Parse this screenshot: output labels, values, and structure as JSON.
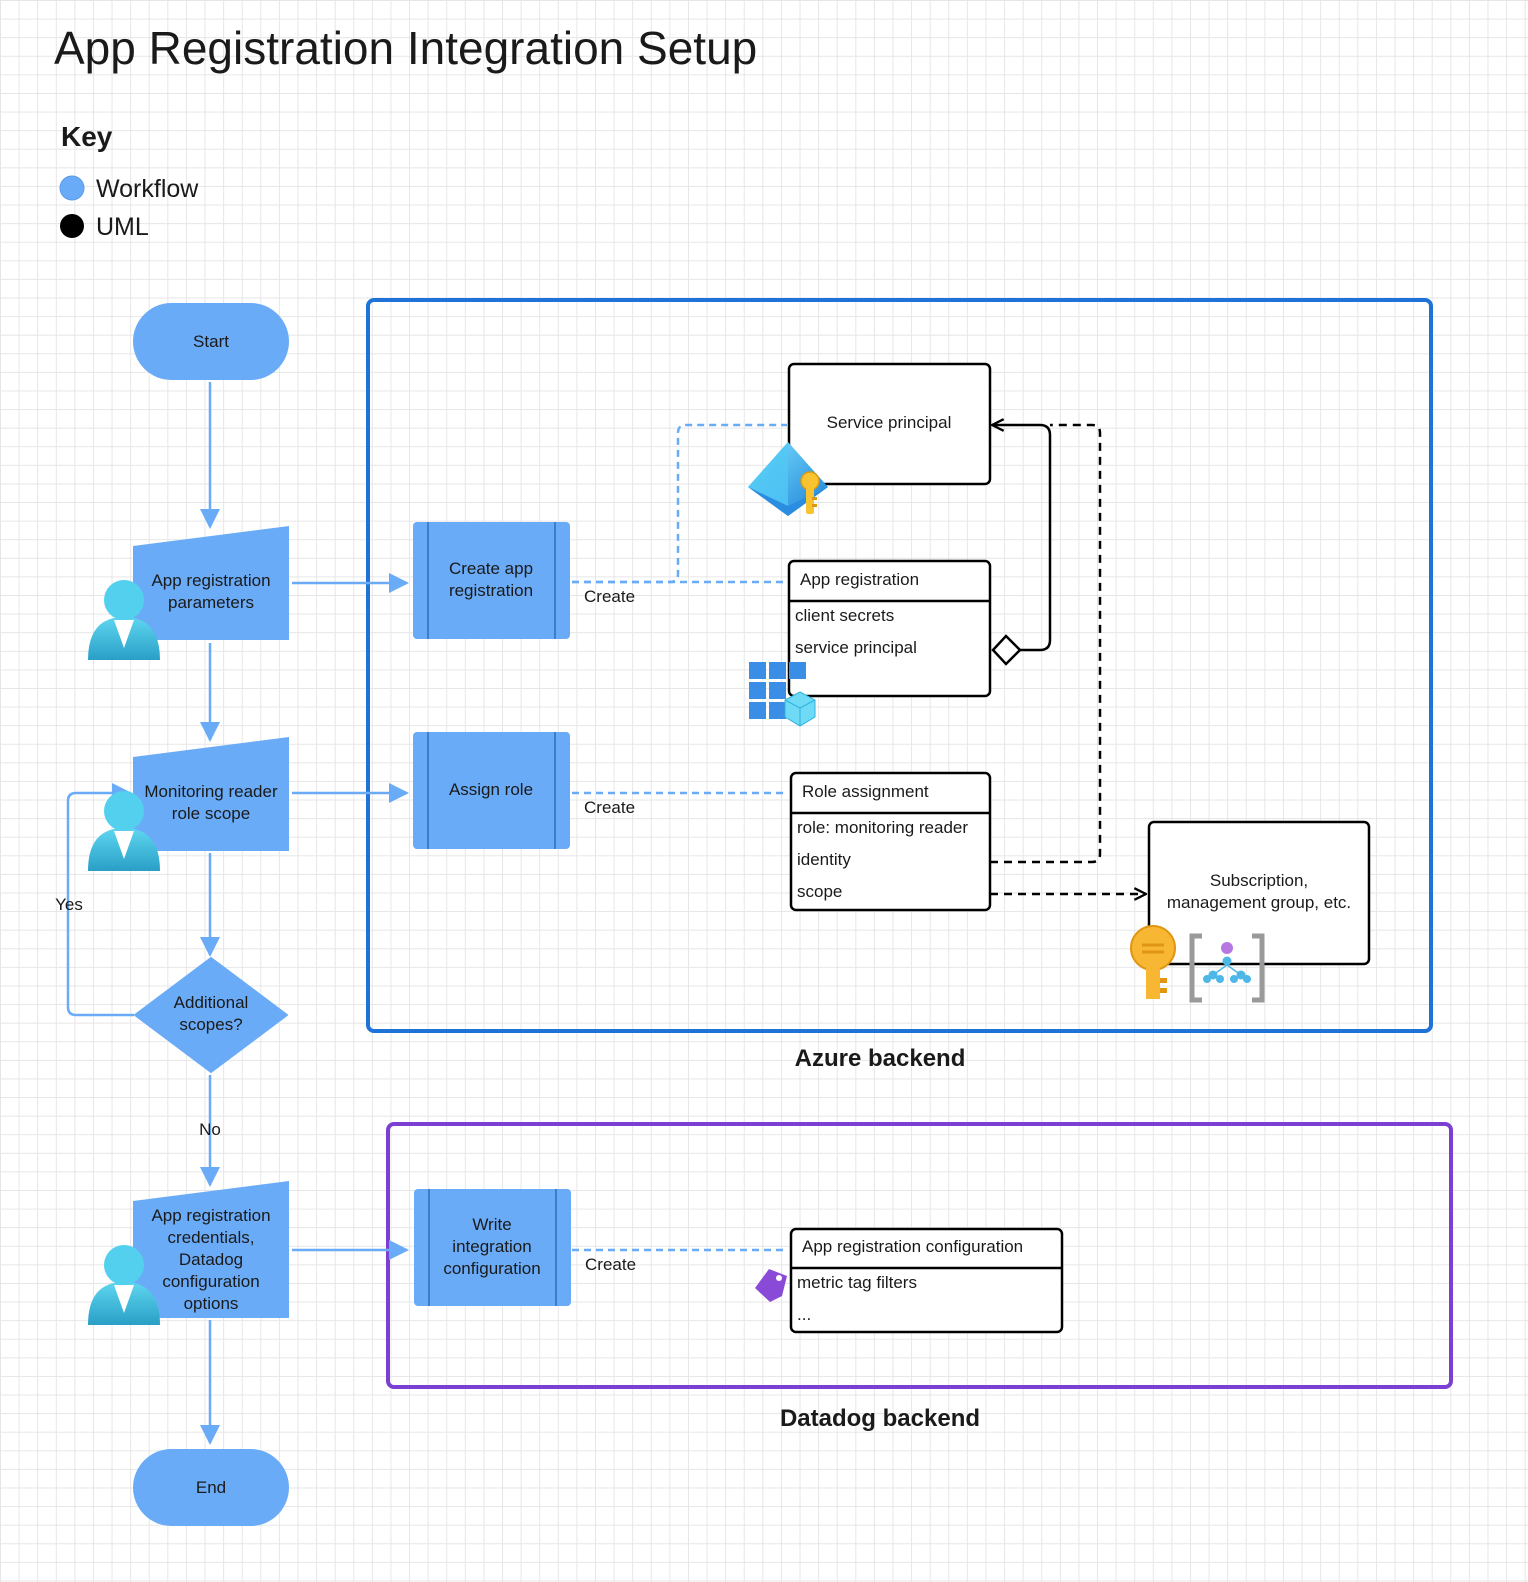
{
  "title": "App Registration Integration Setup",
  "key": {
    "title": "Key",
    "items": [
      {
        "label": "Workflow",
        "color": "#6aabf7"
      },
      {
        "label": "UML",
        "color": "#000000"
      }
    ]
  },
  "colors": {
    "workflow_fill": "#6aabf7",
    "azure_border": "#1f73d8",
    "datadog_border": "#7b3fd1",
    "uml_border": "#000000",
    "connector": "#6aabf7"
  },
  "workflow": {
    "start": "Start",
    "app_reg_params": [
      "App registration",
      "parameters"
    ],
    "monitoring_scope": [
      "Monitoring reader",
      "role scope"
    ],
    "decision": [
      "Additional",
      "scopes?"
    ],
    "credentials": [
      "App registration",
      "credentials,",
      "Datadog",
      "configuration",
      "options"
    ],
    "end": "End",
    "yes_label": "Yes",
    "no_label": "No"
  },
  "processes": {
    "create_app_reg": [
      "Create app",
      "registration"
    ],
    "assign_role": "Assign role",
    "write_config": [
      "Write",
      "integration",
      "configuration"
    ]
  },
  "create_labels": [
    "Create",
    "Create",
    "Create"
  ],
  "uml": {
    "service_principal": "Service principal",
    "app_registration": {
      "header": "App registration",
      "fields": [
        "client secrets",
        "service principal"
      ]
    },
    "role_assignment": {
      "header": "Role assignment",
      "fields": [
        "role: monitoring reader",
        "identity",
        "scope"
      ]
    },
    "subscription": [
      "Subscription,",
      "management group, etc."
    ],
    "app_reg_config": {
      "header": "App registration configuration",
      "fields": [
        "metric tag filters",
        "..."
      ]
    }
  },
  "backends": {
    "azure": "Azure backend",
    "datadog": "Datadog backend"
  },
  "icons": [
    "user-icon",
    "entra-id-icon",
    "app-registration-icon",
    "key-icon",
    "management-group-icon",
    "tag-icon"
  ]
}
